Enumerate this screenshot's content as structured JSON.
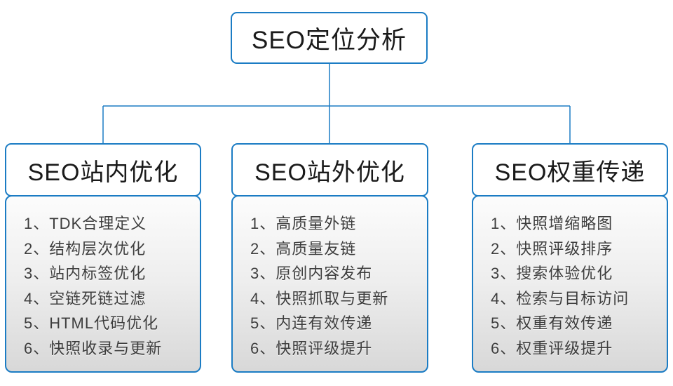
{
  "root_box": {
    "label": "SEO定位分析"
  },
  "columns": [
    {
      "title": "SEO站内优化",
      "items": [
        "1、TDK合理定义",
        "2、结构层次优化",
        "3、站内标签优化",
        "4、空链死链过滤",
        "5、HTML代码优化",
        "6、快照收录与更新"
      ]
    },
    {
      "title": "SEO站外优化",
      "items": [
        "1、高质量外链",
        "2、高质量友链",
        "3、原创内容发布",
        "4、快照抓取与更新",
        "5、内连有效传递",
        "6、快照评级提升"
      ]
    },
    {
      "title": "SEO权重传递",
      "items": [
        "1、快照增缩略图",
        "2、快照评级排序",
        "3、搜索体验优化",
        "4、检索与目标访问",
        "5、权重有效传递",
        "6、权重评级提升"
      ]
    }
  ],
  "colors": {
    "accent_blue": "#1b7cc4",
    "header_text": "#1a1a1a",
    "item_text": "#3d3d3d",
    "list_gradient_top": "#fcfcfc",
    "list_gradient_bottom": "#d8d8d8",
    "background": "#ffffff"
  }
}
